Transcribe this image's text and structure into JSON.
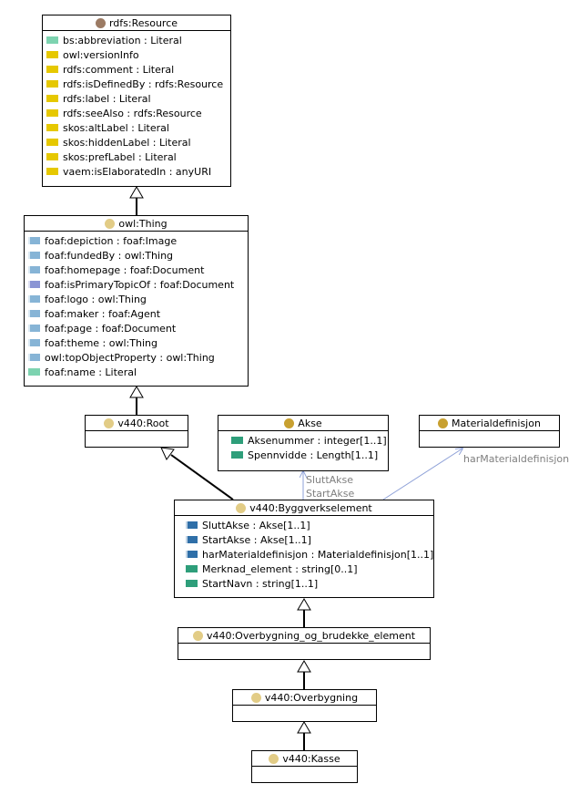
{
  "colors": {
    "yellow": "#e6c800",
    "literal_green": "#7dd3b0",
    "dark_green": "#2e9e7a",
    "light_blue": "#86b4d6",
    "dark_blue": "#2f6fa8",
    "purple_blue": "#8a94d4",
    "dot_brown": "#9c7b64",
    "dot_yellow": "#e2cc86",
    "dot_gold": "#c8a030",
    "arrow_blue": "#8ea1d8"
  },
  "classes": {
    "rdfs_resource": {
      "title": "rdfs:Resource",
      "icon": "class-dot-icon",
      "attributes": [
        {
          "text": "bs:abbreviation : Literal",
          "swatch": "literal_green"
        },
        {
          "text": "owl:versionInfo",
          "swatch": "yellow"
        },
        {
          "text": "rdfs:comment : Literal",
          "swatch": "yellow"
        },
        {
          "text": "rdfs:isDefinedBy : rdfs:Resource",
          "swatch": "yellow"
        },
        {
          "text": "rdfs:label : Literal",
          "swatch": "yellow"
        },
        {
          "text": "rdfs:seeAlso : rdfs:Resource",
          "swatch": "yellow"
        },
        {
          "text": "skos:altLabel : Literal",
          "swatch": "yellow"
        },
        {
          "text": "skos:hiddenLabel : Literal",
          "swatch": "yellow"
        },
        {
          "text": "skos:prefLabel : Literal",
          "swatch": "yellow"
        },
        {
          "text": "vaem:isElaboratedIn : anyURI",
          "swatch": "yellow"
        }
      ]
    },
    "owl_thing": {
      "title": "owl:Thing",
      "icon": "class-dot-icon",
      "attributes": [
        {
          "text": "foaf:depiction : foaf:Image",
          "swatch": "light_blue"
        },
        {
          "text": "foaf:fundedBy : owl:Thing",
          "swatch": "light_blue"
        },
        {
          "text": "foaf:homepage : foaf:Document",
          "swatch": "light_blue"
        },
        {
          "text": "foaf:isPrimaryTopicOf : foaf:Document",
          "swatch": "purple_blue"
        },
        {
          "text": "foaf:logo : owl:Thing",
          "swatch": "light_blue"
        },
        {
          "text": "foaf:maker : foaf:Agent",
          "swatch": "light_blue"
        },
        {
          "text": "foaf:page : foaf:Document",
          "swatch": "light_blue"
        },
        {
          "text": "foaf:theme : owl:Thing",
          "swatch": "light_blue"
        },
        {
          "text": "owl:topObjectProperty : owl:Thing",
          "swatch": "light_blue"
        },
        {
          "text": "foaf:name : Literal",
          "swatch": "literal_green"
        }
      ]
    },
    "v440_root": {
      "title": "v440:Root",
      "icon": "class-dot-icon",
      "attributes": []
    },
    "akse": {
      "title": "Akse",
      "icon": "class-dot-icon",
      "attributes": [
        {
          "text": "Aksenummer : integer[1..1]",
          "swatch": "dark_green"
        },
        {
          "text": "Spennvidde : Length[1..1]",
          "swatch": "dark_green"
        }
      ]
    },
    "materialdefinisjon": {
      "title": "Materialdefinisjon",
      "icon": "class-dot-icon",
      "attributes": []
    },
    "byggverkselement": {
      "title": "v440:Byggverkselement",
      "icon": "class-dot-icon",
      "attributes": [
        {
          "text": "SluttAkse : Akse[1..1]",
          "swatch": "dark_blue"
        },
        {
          "text": "StartAkse : Akse[1..1]",
          "swatch": "dark_blue"
        },
        {
          "text": "harMaterialdefinisjon : Materialdefinisjon[1..1]",
          "swatch": "dark_blue"
        },
        {
          "text": "Merknad_element : string[0..1]",
          "swatch": "dark_green"
        },
        {
          "text": "StartNavn : string[1..1]",
          "swatch": "dark_green"
        }
      ]
    },
    "overbygning_og_brudekke": {
      "title": "v440:Overbygning_og_brudekke_element",
      "icon": "class-dot-icon",
      "attributes": []
    },
    "overbygning": {
      "title": "v440:Overbygning",
      "icon": "class-dot-icon",
      "attributes": []
    },
    "kasse": {
      "title": "v440:Kasse",
      "icon": "class-dot-icon",
      "attributes": []
    }
  },
  "edge_labels": {
    "slutt_akse": "SluttAkse",
    "start_akse": "StartAkse",
    "har_materialdefinisjon": "harMaterialdefinisjon"
  }
}
